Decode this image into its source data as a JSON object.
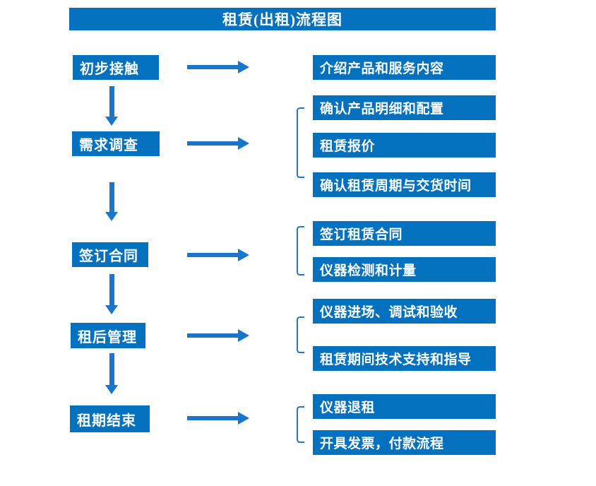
{
  "title": "租赁(出租)流程图",
  "colors": {
    "box_blue": "#0471be",
    "arrow_blue": "#1976ca",
    "bracket_blue": "#2e75b6",
    "text_white": "#ffffff",
    "background": "#ffffff"
  },
  "stages": [
    {
      "label": "初步接触",
      "details": [
        "介绍产品和服务内容"
      ]
    },
    {
      "label": "需求调查",
      "details": [
        "确认产品明细和配置",
        "租赁报价",
        "确认租赁周期与交货时间"
      ]
    },
    {
      "label": "签订合同",
      "details": [
        "签订租赁合同",
        "仪器检测和计量"
      ]
    },
    {
      "label": "租后管理",
      "details": [
        "仪器进场、调试和验收",
        "租赁期间技术支持和指导"
      ]
    },
    {
      "label": "租期结束",
      "details": [
        "仪器退租",
        "开具发票，付款流程"
      ]
    }
  ]
}
